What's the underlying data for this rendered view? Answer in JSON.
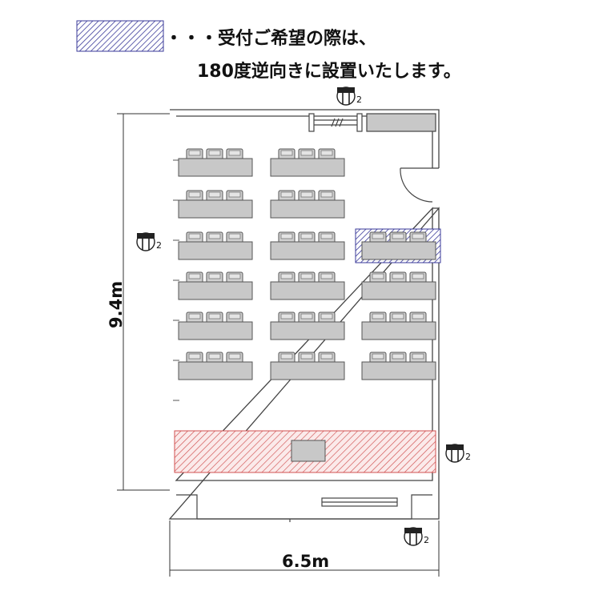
{
  "legend": {
    "line1": "・・・受付ご希望の際は、",
    "line2": "180度逆向きに設置いたします。"
  },
  "dimensions": {
    "width_label": "6.5m",
    "height_label": "9.4m"
  },
  "layout": {
    "table_rows": 6,
    "table_columns": 3,
    "chairs_per_table": 3,
    "right_column_empty_rows": [
      0,
      1
    ],
    "reception_option_table": {
      "row": 2,
      "column": 2
    }
  },
  "outlets": [
    {
      "label": "2"
    },
    {
      "label": "2"
    },
    {
      "label": "2"
    },
    {
      "label": "2"
    }
  ],
  "colors": {
    "table_fill": "#c8c8c8",
    "chair_fill": "#d0d0d0",
    "wall": "#444444",
    "blue_hatch": "#3a3a9a",
    "red_hatch": "#d05050"
  }
}
